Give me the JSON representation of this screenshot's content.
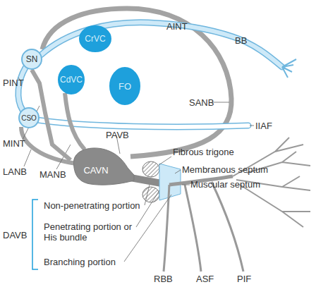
{
  "diagram": {
    "nodes": [
      {
        "text": [
          "CrVC"
        ]
      },
      {
        "text": [
          "SN"
        ]
      },
      {
        "text": [
          "CdVC"
        ]
      },
      {
        "text": [
          "FO"
        ]
      },
      {
        "text": [
          "CSO"
        ]
      },
      {
        "text": [
          "CAVN"
        ]
      }
    ],
    "edges": [
      {
        "from": 1,
        "to": 5,
        "arrow": "none"
      }
    ],
    "labels": [
      "AINT",
      "BB",
      "PINT",
      "MINT",
      "SANB",
      "IIAF",
      "LANB",
      "MANB",
      "PAVB",
      "Fibrous trigone",
      "Membranous septum",
      "Muscular septum",
      "DAVB",
      "Non-penetrating portion",
      "Penetrating portion or His bundle",
      "Branching portion",
      "RBB",
      "ASF",
      "PIF"
    ]
  }
}
